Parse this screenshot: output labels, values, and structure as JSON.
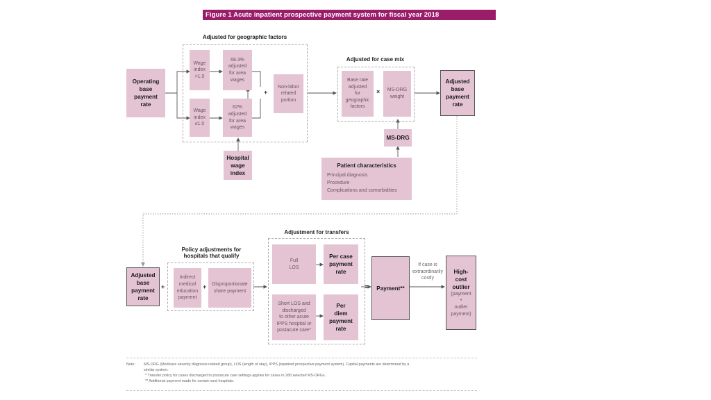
{
  "title": "Figure 1  Acute inpatient prospective payment system for fiscal year 2018",
  "geo": {
    "header": "Adjusted for geographic factors",
    "wage_high": "Wage\nindex\n>1.0",
    "pct_high": "68.3%\nadjusted\nfor area\nwages",
    "wage_low": "Wage\nindex\n≤1.0",
    "pct_low": "62%\nadjusted\nfor area\nwages",
    "nonlabor": "Non-labor\nrelated\nportion",
    "hospital_wage_index": "Hospital\nwage\nindex"
  },
  "operating_base": "Operating\nbase\npayment\nrate",
  "casemix": {
    "header": "Adjusted for case mix",
    "base_rate": "Base rate\nadjusted\nfor\ngeographic\nfactors",
    "drg_weight": "MS-DRG\nweight",
    "ms_drg": "MS-DRG"
  },
  "adjusted_base_top": "Adjusted\nbase\npayment\nrate",
  "patient": {
    "header": "Patient characteristics",
    "items": [
      "Principal diagnosis",
      "Procedure",
      "Complications and comorbidities"
    ]
  },
  "adjusted_base_bottom": "Adjusted\nbase\npayment\nrate",
  "policy": {
    "header": "Policy adjustments for\nhospitals that qualify",
    "ime": "Indirect\nmedical\neducation\npayment",
    "dsh": "Disproportionate\nshare payment"
  },
  "transfers": {
    "header": "Adjustment for transfers",
    "full_los": "Full\nLOS",
    "per_case": "Per case\npayment\nrate",
    "short_los": "Short LOS and\ndischarged\nto other acute\nIPPS hospital or\npostacute care*",
    "per_diem": "Per\ndiem\npayment\nrate"
  },
  "payment": "Payment**",
  "outlier_condition": "If case is\nextraordinarily\ncostly",
  "outlier": {
    "title": "High-\ncost\noutlier",
    "detail": "(payment\n+\noutlier\npayment)"
  },
  "operators": {
    "plus": "+",
    "times": "×",
    "equals": "="
  },
  "note": {
    "label": "Note:",
    "main": "MS-DRG (Medicare severity diagnosis related group), LOS (length of stay), IPPS (inpatient prospective payment system). Capital payments are determined by a",
    "main2": "similar system.",
    "star1": "* Transfer policy for cases discharged to postacute care settings applies for cases in 280 selected MS-DRGs.",
    "star2": "** Additional payment made for certain rural hospitals."
  },
  "colors": {
    "title_bar": "#9a1d6a",
    "box_fill": "#e4c3d3",
    "dashed_border": "#b0a7ac"
  }
}
